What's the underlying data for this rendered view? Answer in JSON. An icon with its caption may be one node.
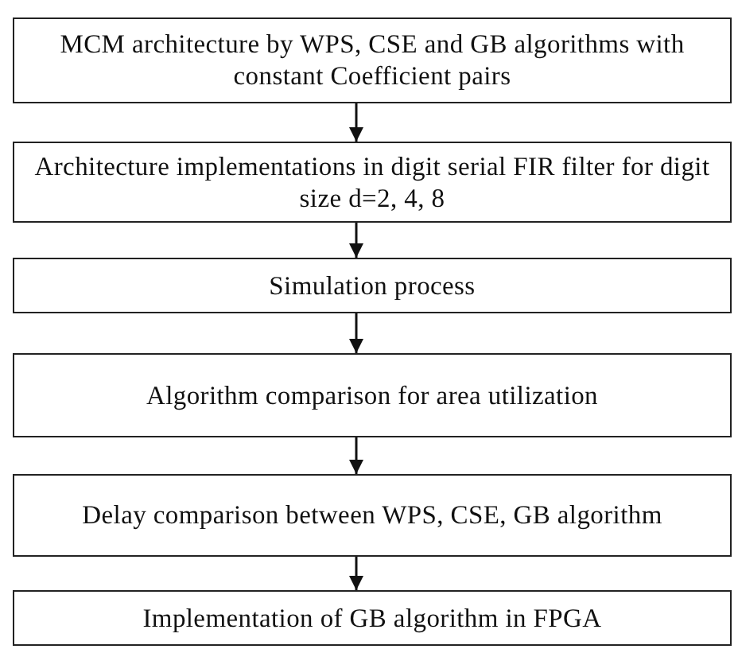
{
  "diagram": {
    "nodes": [
      {
        "text": [
          "MCM architecture by WPS, CSE and GB algorithms with constant Coefficient pairs"
        ]
      },
      {
        "text": [
          "Architecture implementations in digit serial FIR filter for digit size d=2, 4, 8"
        ]
      },
      {
        "text": [
          "Simulation process"
        ]
      },
      {
        "text": [
          "Algorithm comparison for area utilization"
        ]
      },
      {
        "text": [
          "Delay comparison between WPS, CSE, GB algorithm"
        ]
      },
      {
        "text": [
          "Implementation of GB algorithm in FPGA"
        ]
      }
    ],
    "edges": [
      {
        "from": 0,
        "to": 1,
        "arrow": "to"
      },
      {
        "from": 1,
        "to": 2,
        "arrow": "to"
      },
      {
        "from": 2,
        "to": 3,
        "arrow": "to"
      },
      {
        "from": 3,
        "to": 4,
        "arrow": "to"
      },
      {
        "from": 4,
        "to": 5,
        "arrow": "to"
      }
    ]
  }
}
